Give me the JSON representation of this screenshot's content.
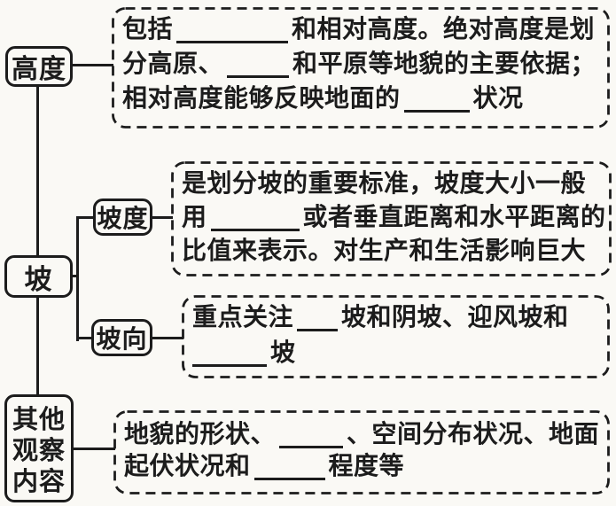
{
  "canvas": {
    "background": "#faf9f5",
    "ink": "#1c1c1c"
  },
  "nodes": {
    "height": {
      "label": "高度"
    },
    "slope": {
      "label": "坡"
    },
    "gradient": {
      "label": "坡度"
    },
    "aspect": {
      "label": "坡向"
    },
    "other": {
      "line1": "其他",
      "line2": "观察",
      "line3": "内容"
    }
  },
  "details": {
    "height": {
      "l1a": "包括",
      "l1b": "和相对高度。绝对高度是划",
      "l2a": "分高原、",
      "l2b": "和平原等地貌的主要依据；",
      "l3a": "相对高度能够反映地面的",
      "l3b": "状况"
    },
    "gradient": {
      "l1": "是划分坡的重要标准，坡度大小一般",
      "l2a": "用",
      "l2b": "或者垂直距离和水平距离的",
      "l3": "比值来表示。对生产和生活影响巨大"
    },
    "aspect": {
      "l1a": "重点关注",
      "l1b": "坡和阴坡、迎风坡和",
      "l2a": "坡"
    },
    "other": {
      "l1a": "地貌的形状、",
      "l1b": "、空间分布状况、地面",
      "l2a": "起伏状况和",
      "l2b": "程度等"
    }
  }
}
